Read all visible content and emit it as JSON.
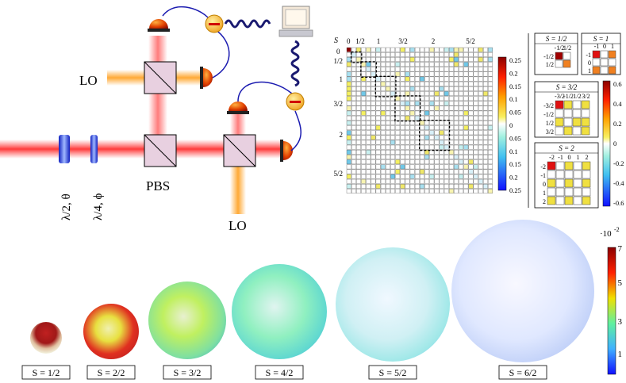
{
  "setup": {
    "lo_top": "LO",
    "lo_bottom": "LO",
    "pbs": "PBS",
    "halfwave": "λ/2, θ",
    "quarterwave": "λ/4, ϕ"
  },
  "matrix": {
    "s_label": "S",
    "zero_label": "0",
    "col_labels": [
      "1/2",
      "1",
      "3/2",
      "2",
      "5/2"
    ],
    "row_labels": [
      "1/2",
      "1",
      "3/2",
      "2",
      "5/2"
    ],
    "colorbar_ticks": [
      "0.25",
      "0.2",
      "0.15",
      "0.1",
      "0.05",
      "0",
      "0.05",
      "0.1",
      "0.15",
      "0.2",
      "0.25"
    ],
    "colors": {
      "max": "#8b0000",
      "mid": "#9fe0d2",
      "min": "#1a1aff"
    }
  },
  "blocks": {
    "b_half": {
      "title": "S = 1/2",
      "col_labels": [
        "-1/2",
        "1/2"
      ],
      "row_labels": [
        "-1/2",
        "1/2"
      ]
    },
    "b_one": {
      "title": "S = 1",
      "col_labels": [
        "-1",
        "0",
        "1"
      ],
      "row_labels": [
        "-1",
        "0",
        "1"
      ]
    },
    "b_32": {
      "title": "S = 3/2",
      "col_labels": [
        "-3/2",
        "-1/2",
        "1/2",
        "3/2"
      ],
      "row_labels": [
        "-3/2",
        "-1/2",
        "1/2",
        "3/2"
      ]
    },
    "b_2": {
      "title": "S = 2",
      "col_labels": [
        "-2",
        "-1",
        "0",
        "1",
        "2"
      ],
      "row_labels": [
        "-2",
        "-1",
        "0",
        "1",
        "2"
      ]
    },
    "colorbar_ticks": [
      "0.6",
      "0.4",
      "0.2",
      "0",
      "-0.2",
      "-0.4",
      "-0.6"
    ]
  },
  "spheres": {
    "labels": [
      "S = 1/2",
      "S = 2/2",
      "S = 3/2",
      "S = 4/2",
      "S = 5/2",
      "S = 6/2"
    ],
    "colorbar_exponent": "·10",
    "colorbar_exponent_power": "-2",
    "colorbar_ticks": [
      "7",
      "5",
      "3",
      "1"
    ]
  }
}
